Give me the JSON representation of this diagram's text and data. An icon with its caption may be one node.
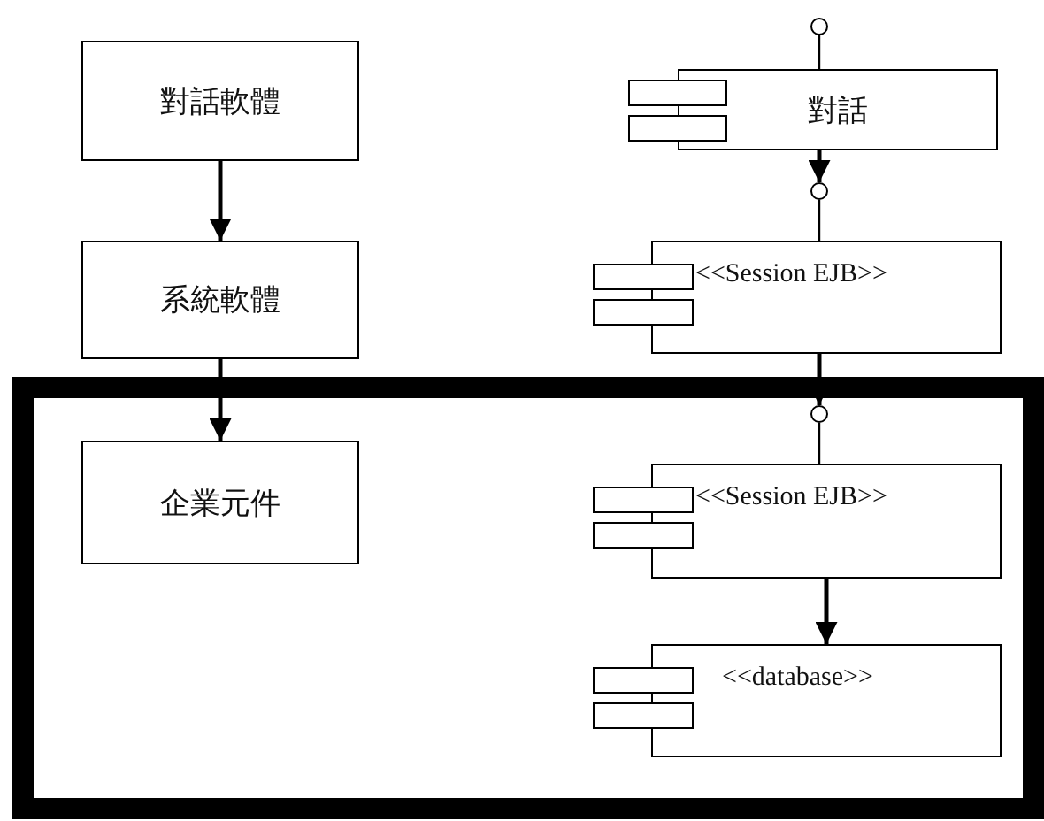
{
  "diagram": {
    "nodes": [
      {
        "text": [
          "對話軟體"
        ]
      },
      {
        "text": [],
        "shape": "circle"
      },
      {
        "text": [
          "對話"
        ]
      },
      {
        "text": [
          "系統軟體"
        ]
      },
      {
        "text": [],
        "shape": "circle"
      },
      {
        "text": [
          "<<Session EJB>>"
        ]
      },
      {
        "text": [],
        "shape": "box"
      },
      {
        "text": [
          "企業元件"
        ],
        "in": 6
      },
      {
        "text": [],
        "shape": "circle",
        "in": 6
      },
      {
        "text": [
          "<<Session EJB>>"
        ],
        "in": 6
      },
      {
        "text": [
          "<<database>>"
        ],
        "in": 6
      }
    ],
    "edges": [
      {
        "from": 0,
        "to": 3,
        "arrow": "to"
      },
      {
        "from": 3,
        "to": 7,
        "arrow": "to"
      },
      {
        "from": 1,
        "to": 2,
        "arrow": "none"
      },
      {
        "from": 2,
        "to": 4,
        "arrow": "to"
      },
      {
        "from": 4,
        "to": 5,
        "arrow": "none"
      },
      {
        "from": 5,
        "to": 8,
        "arrow": "to"
      },
      {
        "from": 8,
        "to": 9,
        "arrow": "none"
      },
      {
        "from": 9,
        "to": 10,
        "arrow": "to"
      }
    ]
  }
}
